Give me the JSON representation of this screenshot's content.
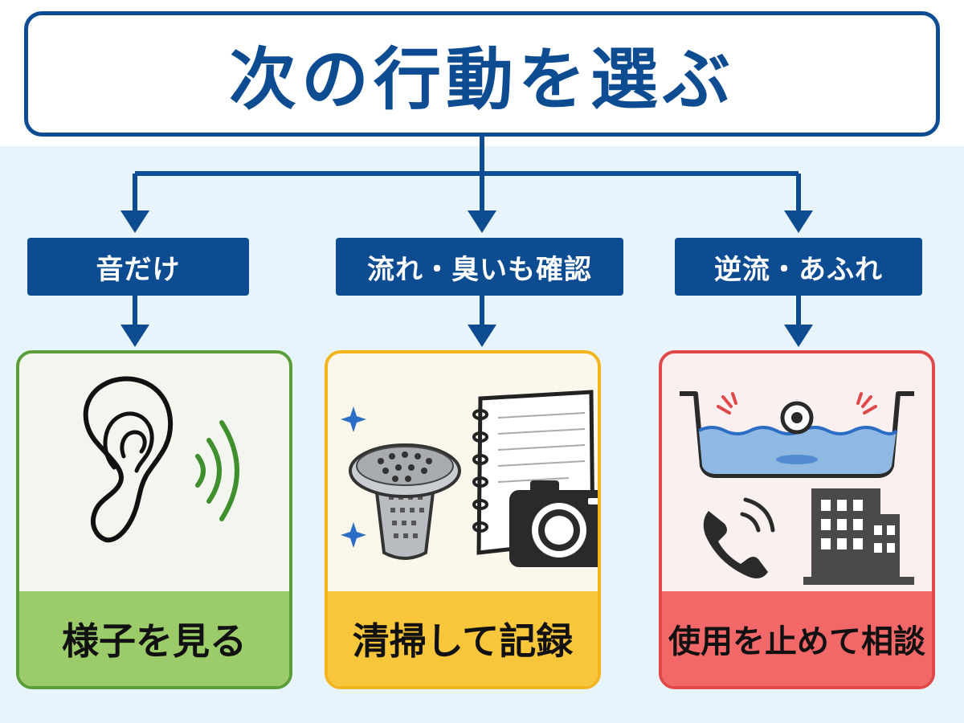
{
  "title": "次の行動を選ぶ",
  "branches": [
    {
      "condition": "音だけ",
      "action": "様子を見る"
    },
    {
      "condition": "流れ・臭いも確認",
      "action": "清掃して記録"
    },
    {
      "condition": "逆流・あふれ",
      "action": "使用を止めて相談"
    }
  ],
  "colors": {
    "primary": "#0e4c92",
    "background": "#e8f4fb",
    "green_border": "#5a9e3a",
    "green_footer": "#9ccc6a",
    "green_fill": "#f2f6ee",
    "yellow_border": "#f3b51f",
    "yellow_footer": "#f8c63b",
    "yellow_fill": "#fbf7ea",
    "red_border": "#e04848",
    "red_footer": "#f26767",
    "red_fill": "#fbf0f0"
  },
  "icons": {
    "card1": [
      "ear-icon",
      "sound-waves-icon"
    ],
    "card2": [
      "drain-strainer-icon",
      "sparkle-icon",
      "notebook-icon",
      "camera-icon"
    ],
    "card3": [
      "overflowing-sink-icon",
      "phone-icon",
      "building-icon"
    ]
  }
}
